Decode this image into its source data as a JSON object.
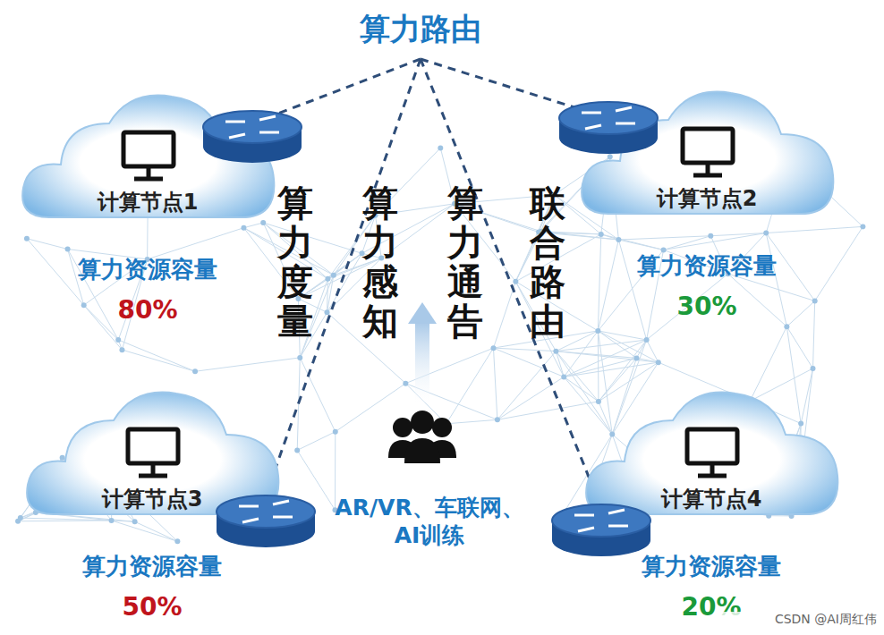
{
  "diagram": {
    "title": "算力路由",
    "nodes": [
      {
        "text": [
          "计算节点1",
          "算力资源容量",
          "80%"
        ]
      },
      {
        "text": [
          "计算节点2",
          "算力资源容量",
          "30%"
        ]
      },
      {
        "text": [
          "计算节点3",
          "算力资源容量",
          "50%"
        ]
      },
      {
        "text": [
          "计算节点4",
          "算力资源容量",
          "20%"
        ]
      }
    ],
    "labels": [
      "算力度量",
      "算力感知",
      "算力通告",
      "联合路由",
      "AR/VR、车联网、AI训练",
      "CSDN @AI周红伟"
    ]
  }
}
